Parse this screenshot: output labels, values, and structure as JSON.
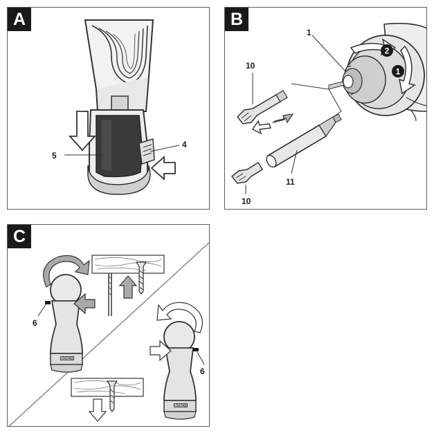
{
  "panels": {
    "a": {
      "letter": "A",
      "callouts": {
        "battery": "5",
        "release": "4"
      }
    },
    "b": {
      "letter": "B",
      "callouts": {
        "chuck": "1",
        "bit_top": "10",
        "bit_bottom": "10",
        "holder": "11"
      },
      "steps": {
        "first": "1",
        "second": "2"
      }
    },
    "c": {
      "letter": "C",
      "callouts": {
        "switch_left": "6",
        "switch_right": "6"
      },
      "brand_text": "BOSCH"
    }
  }
}
